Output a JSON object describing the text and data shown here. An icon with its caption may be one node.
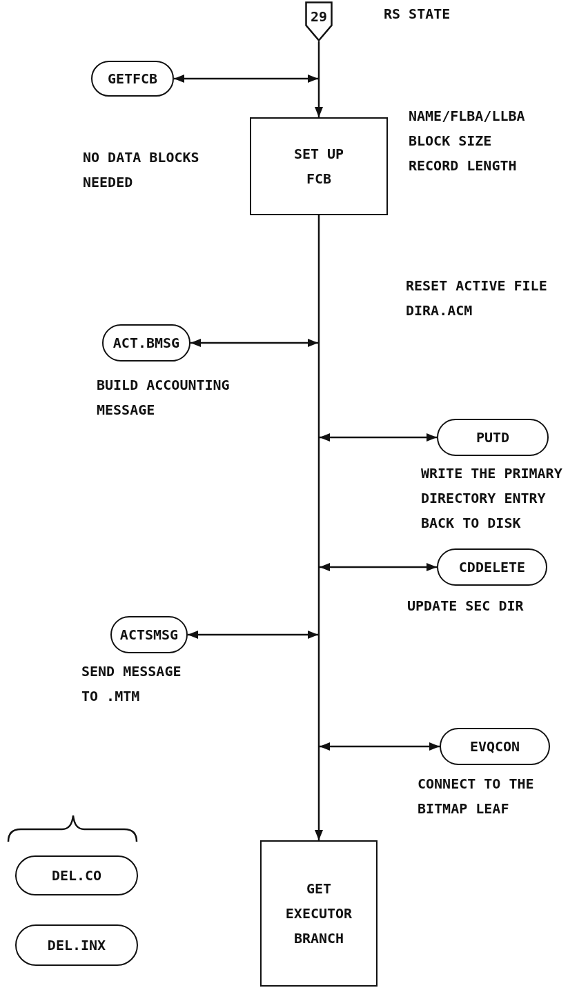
{
  "diagram": {
    "nodes": [
      {
        "text": [
          "29"
        ],
        "beside": [
          "RS STATE"
        ]
      },
      {
        "text": [
          "GETFCB"
        ]
      },
      {
        "text": [
          "SET UP FCB"
        ],
        "beside": [
          "NO DATA BLOCKS NEEDED",
          "NAME/FLBA/LLBA BLOCK SIZE RECORD LENGTH"
        ]
      },
      {
        "text": [
          "ACT.BMSG"
        ],
        "beside": [
          "BUILD ACCOUNTING MESSAGE"
        ]
      },
      {
        "text": [
          "PUTD"
        ],
        "beside": [
          "WRITE THE PRIMARY DIRECTORY ENTRY BACK TO DISK"
        ]
      },
      {
        "text": [
          "CDDELETE"
        ],
        "beside": [
          "UPDATE SEC DIR"
        ]
      },
      {
        "text": [
          "ACTSMSG"
        ],
        "beside": [
          "SEND MESSAGE TO .MTM"
        ]
      },
      {
        "text": [
          "EVQCON"
        ],
        "beside": [
          "CONNECT TO THE BITMAP LEAF"
        ]
      },
      {
        "text": [
          "GET EXECUTOR BRANCH"
        ]
      },
      {
        "text": [
          "DEL.CO"
        ]
      },
      {
        "text": [
          "DEL.INX"
        ]
      }
    ],
    "edges": [
      {
        "from": 0,
        "to": 2,
        "arrow": "to"
      },
      {
        "from": 1,
        "to": null,
        "arrow": "both"
      },
      {
        "from": 2,
        "to": 8,
        "arrow": "to"
      },
      {
        "from": 3,
        "to": null,
        "arrow": "both"
      },
      {
        "from": null,
        "to": 4,
        "arrow": "both"
      },
      {
        "from": null,
        "to": 5,
        "arrow": "both"
      },
      {
        "from": 6,
        "to": null,
        "arrow": "both"
      },
      {
        "from": null,
        "to": 7,
        "arrow": "both"
      }
    ],
    "labels": [
      "RESET ACTIVE FILE DIRA.ACM"
    ]
  }
}
